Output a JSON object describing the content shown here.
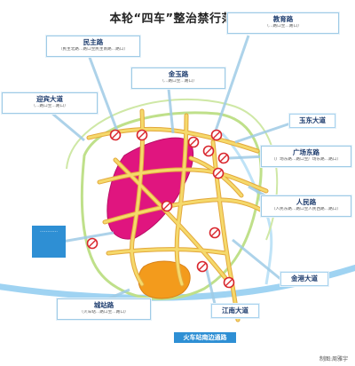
{
  "title": "本轮“四车”整治禁行范围",
  "callouts": {
    "minzhu": {
      "name": "民主路",
      "desc": "（民主北路…路口至民主南路…路口）"
    },
    "jiaoyu": {
      "name": "教育路",
      "desc": "（…路口至…路口）"
    },
    "jinyu": {
      "name": "金玉路",
      "desc": "（…路口至…路口）"
    },
    "yingbin": {
      "name": "迎宾大道",
      "desc": "（…路口至…路口）"
    },
    "yudong": {
      "name": "玉东大道",
      "desc": ""
    },
    "guangchang": {
      "name": "广场东路",
      "desc": "（广场东路…路口至广场东路…路口）"
    },
    "renmin": {
      "name": "人民路",
      "desc": "（人民东路…路口至人民西路…路口）"
    },
    "jingang": {
      "name": "金港大道",
      "desc": ""
    },
    "chengzhan": {
      "name": "城站路",
      "desc": "（火车站…路口至…路口）"
    },
    "jiangnan": {
      "name": "江南大道",
      "desc": ""
    }
  },
  "side_note": {
    "text": "…………"
  },
  "bottom_box": {
    "text": "火车站南边通路"
  },
  "credit": "制图:周雅宇",
  "colors": {
    "zone_magenta": "#e0157f",
    "zone_orange": "#f39b1c",
    "road_yellow": "#f5d96b",
    "road_outline": "#e3a83c",
    "ring_road": "#bfe08a",
    "river": "#9fd3f2",
    "ban_sign_red": "#d9272e",
    "callout_blue": "#2e8fd4"
  }
}
